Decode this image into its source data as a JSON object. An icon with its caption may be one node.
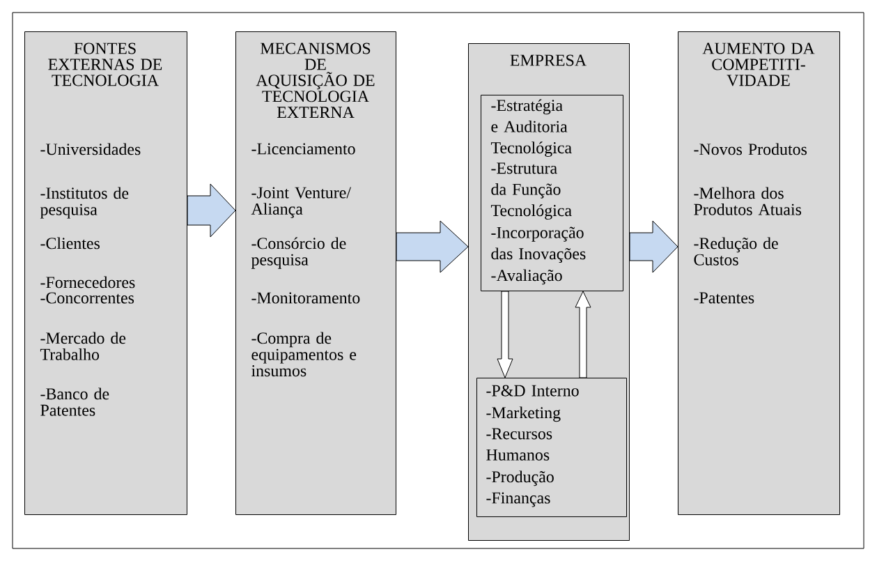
{
  "diagram": {
    "nodes": [
      {
        "text": [
          "FONTES EXTERNAS DE TECNOLOGIA",
          "-Universidades",
          "-Institutos de pesquisa",
          "-Clientes",
          "-Fornecedores",
          "-Concorrentes",
          "-Mercado de Trabalho",
          "-Banco de Patentes"
        ]
      },
      {
        "text": [
          "MECANISMOS DE AQUISIÇÃO DE TECNOLOGIA EXTERNA",
          "-Licenciamento",
          "-Joint Venture/ Aliança",
          "-Consórcio de pesquisa",
          "-Monitoramento",
          "-Compra de equipamentos e insumos"
        ]
      },
      {
        "text": [
          "EMPRESA"
        ]
      },
      {
        "text": [
          "-Estratégia e Auditoria Tecnológica",
          "-Estrutura da Função Tecnológica",
          "-Incorporação das Inovações",
          "-Avaliação"
        ],
        "in": 2
      },
      {
        "text": [
          "-P&D Interno",
          "-Marketing",
          "-Recursos Humanos",
          "-Produção",
          "-Finanças"
        ],
        "in": 2
      },
      {
        "text": [
          "AUMENTO DA COMPETITI- VIDADE",
          "-Novos Produtos",
          "-Melhora dos Produtos Atuais",
          "-Redução de Custos",
          "-Patentes"
        ]
      }
    ],
    "edges": [
      {
        "from": 0,
        "to": 1,
        "arrow": "to"
      },
      {
        "from": 1,
        "to": 2,
        "arrow": "to"
      },
      {
        "from": 2,
        "to": 5,
        "arrow": "to"
      },
      {
        "from": 3,
        "to": 4,
        "arrow": "to"
      },
      {
        "from": 4,
        "to": 3,
        "arrow": "to"
      }
    ]
  }
}
